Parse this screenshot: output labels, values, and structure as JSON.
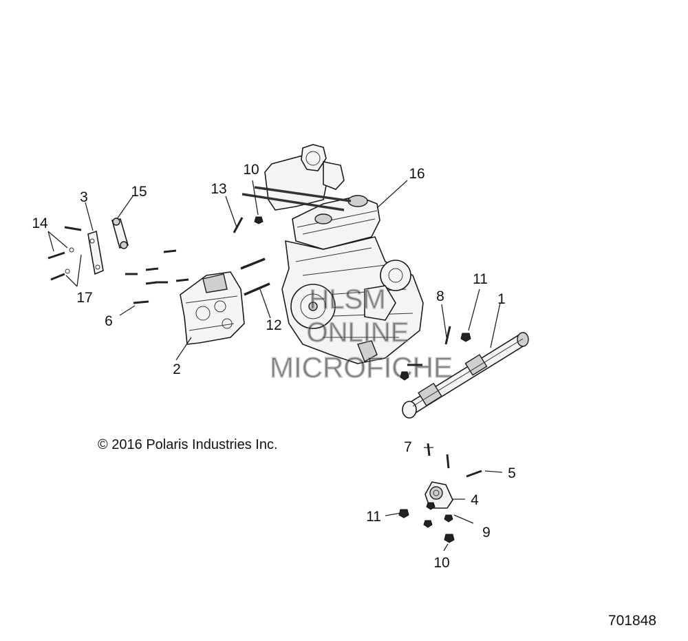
{
  "callouts": {
    "c1": "1",
    "c2": "2",
    "c3": "3",
    "c4": "4",
    "c5": "5",
    "c6": "6",
    "c7": "7",
    "c8": "8",
    "c9": "9",
    "c10a": "10",
    "c10b": "10",
    "c11a": "11",
    "c11b": "11",
    "c12": "12",
    "c13": "13",
    "c14": "14",
    "c15": "15",
    "c16": "16",
    "c17": "17"
  },
  "copyright": "© 2016 Polaris Industries Inc.",
  "figure_number": "701848",
  "watermark": {
    "line1": "HLSM",
    "line2": "ONLINE",
    "line3": "MICROFICHE"
  }
}
